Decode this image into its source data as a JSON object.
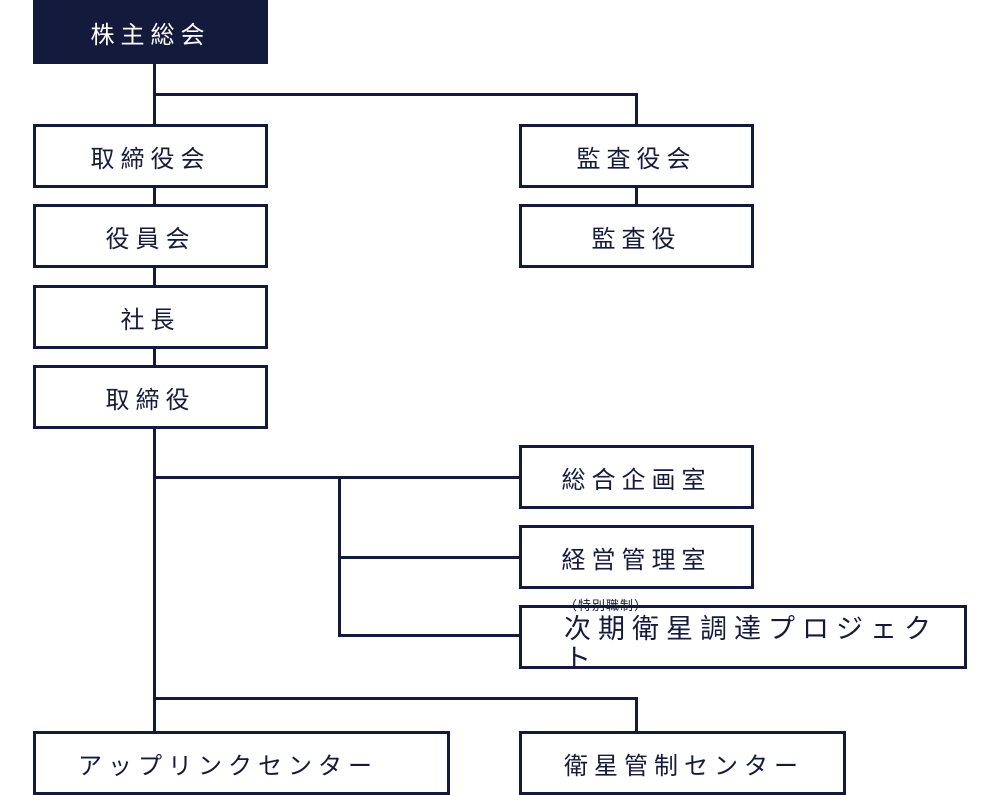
{
  "nodes": {
    "shareholders": "株主総会",
    "board_of_directors": "取締役会",
    "audit_board": "監査役会",
    "executive_board": "役員会",
    "auditor": "監査役",
    "president": "社長",
    "director": "取締役",
    "corporate_planning": "総合企画室",
    "management_control": "経営管理室",
    "project_note": "（特別職制）",
    "project": "次期衛星調達プロジェクト",
    "uplink_center": "アップリンクセンター",
    "satellite_control_center": "衛星管制センター"
  },
  "colors": {
    "primary": "#141a3c",
    "background": "#ffffff"
  }
}
